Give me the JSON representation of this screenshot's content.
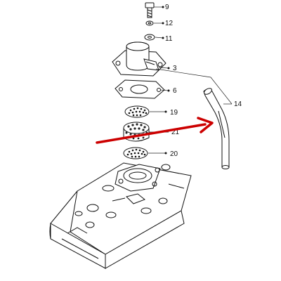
{
  "diagram": {
    "callouts": [
      {
        "id": "bolt",
        "label": "9"
      },
      {
        "id": "washer-small",
        "label": "12"
      },
      {
        "id": "washer-ring",
        "label": "11"
      },
      {
        "id": "breather-housing",
        "label": "3"
      },
      {
        "id": "gasket",
        "label": "6"
      },
      {
        "id": "hose",
        "label": "14"
      },
      {
        "id": "mesh-disc-top",
        "label": "19"
      },
      {
        "id": "filter-element",
        "label": "21"
      },
      {
        "id": "mesh-disc-bottom",
        "label": "20"
      }
    ],
    "colors": {
      "arrow": "#cc0000",
      "line": "#111111"
    }
  }
}
